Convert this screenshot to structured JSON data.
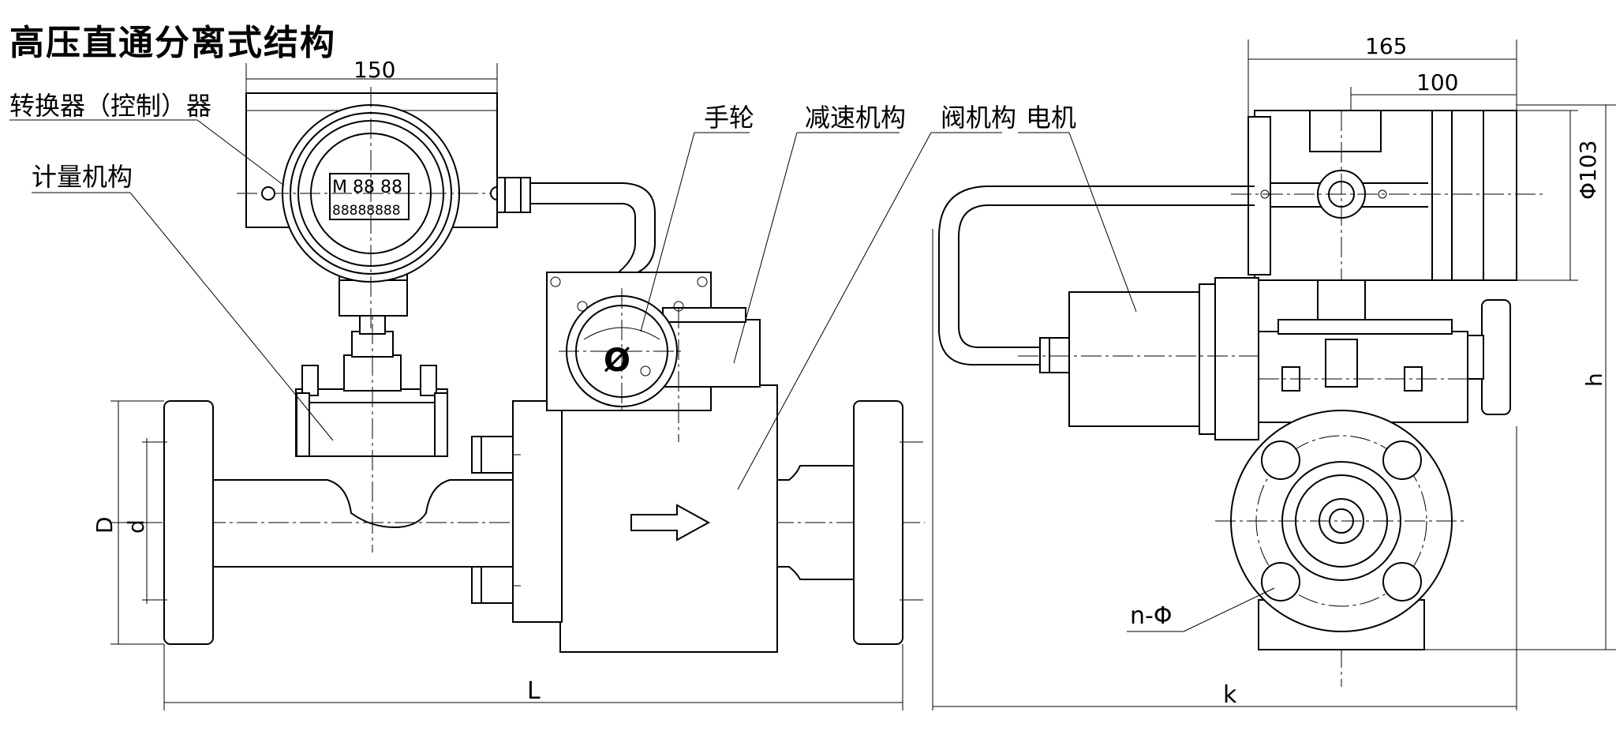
{
  "title": "高压直通分离式结构",
  "labels": {
    "converter": "转换器（控制）器",
    "metering": "计量机构",
    "handwheel": "手轮",
    "reducer": "减速机构",
    "valve": "阀机构",
    "motor": "电机",
    "holes": "n-Φ"
  },
  "dims": {
    "w150": "150",
    "w165": "165",
    "w100": "100",
    "phi103": "Φ103",
    "h": "h",
    "D": "D",
    "d": "d",
    "L": "L",
    "k": "k"
  },
  "display": {
    "row1": "M 88 88",
    "row2": "88888888"
  },
  "colors": {
    "line": "#000000",
    "background": "#ffffff",
    "accent": "#d02020"
  }
}
